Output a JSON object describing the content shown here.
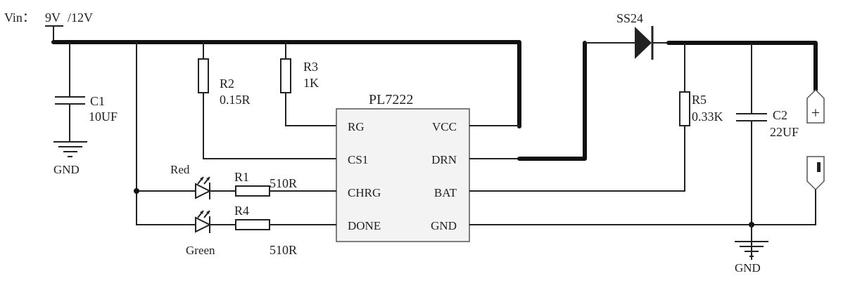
{
  "vin": {
    "label": "Vin：",
    "value": "9V",
    "alt": "/12V"
  },
  "c1": {
    "ref": "C1",
    "value": "10UF"
  },
  "gnd_left": "GND",
  "gnd_right": "GND",
  "r2": {
    "ref": "R2",
    "value": "0.15R"
  },
  "r3": {
    "ref": "R3",
    "value": "1K"
  },
  "ic": {
    "name": "PL7222",
    "pins_left": [
      "RG",
      "CS1",
      "CHRG",
      "DONE"
    ],
    "pins_right": [
      "VCC",
      "DRN",
      "BAT",
      "GND"
    ]
  },
  "led_red": "Red",
  "led_green": "Green",
  "r1": {
    "ref": "R1",
    "value": "510R"
  },
  "r4": {
    "ref": "R4",
    "value": "510R"
  },
  "diode": "SS24",
  "r5": {
    "ref": "R5",
    "value": "0.33K"
  },
  "c2": {
    "ref": "C2",
    "value": "22UF"
  },
  "terminal_pos": "+",
  "colors": {
    "ink": "#222222",
    "ic_fill": "#f3f3f3"
  }
}
